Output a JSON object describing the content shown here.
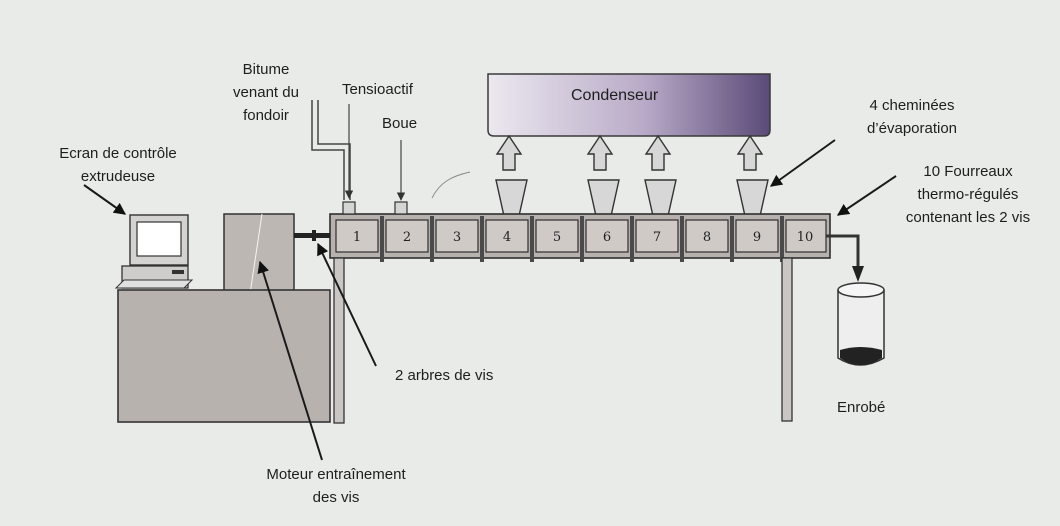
{
  "labels": {
    "bitume_line1": "Bitume",
    "bitume_line2": "venant du",
    "bitume_line3": "fondoir",
    "tensioactif": "Tensioactif",
    "boue": "Boue",
    "condenseur": "Condenseur",
    "cheminees_line1": "4 cheminées",
    "cheminees_line2": "d’évaporation",
    "fourreaux_line1": "10 Fourreaux",
    "fourreaux_line2": "thermo-régulés",
    "fourreaux_line3": "contenant les 2 vis",
    "ecran_line1": "Ecran de contrôle",
    "ecran_line2": "extrudeuse",
    "arbres": "2 arbres de vis",
    "moteur_line1": "Moteur entraînement",
    "moteur_line2": "des vis",
    "enrobe": "Enrobé"
  },
  "barrels": [
    "1",
    "2",
    "3",
    "4",
    "5",
    "6",
    "7",
    "8",
    "9",
    "10"
  ]
}
